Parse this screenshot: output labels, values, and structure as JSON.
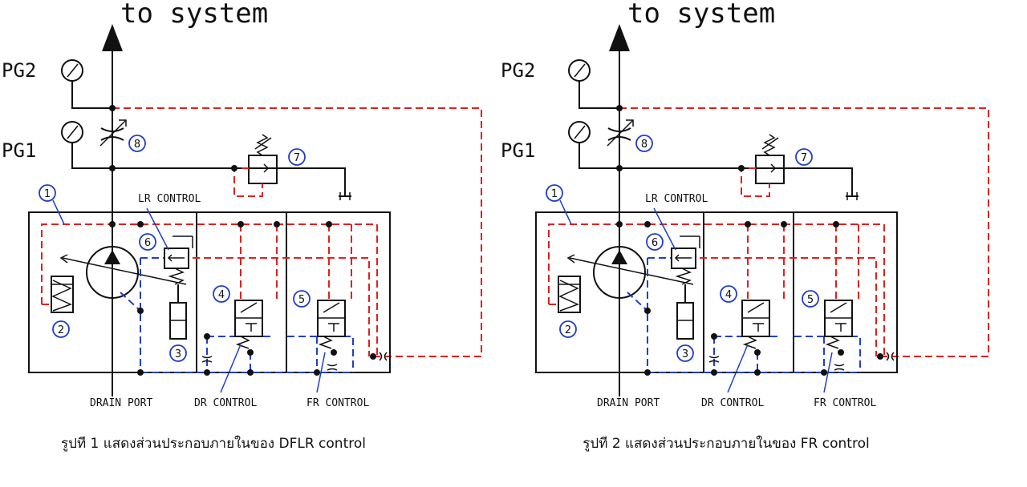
{
  "diagrams": [
    {
      "title": "to system",
      "gauges": [
        "PG2",
        "PG1"
      ],
      "callouts": [
        "1",
        "2",
        "3",
        "4",
        "5",
        "6",
        "7",
        "8"
      ],
      "labels": {
        "lr": "LR CONTROL",
        "drain": "DRAIN PORT",
        "dr": "DR CONTROL",
        "fr": "FR CONTROL"
      },
      "caption": "รูปที 1 แสดงส่วนประกอบภายในของ DFLR control"
    },
    {
      "title": "to system",
      "gauges": [
        "PG2",
        "PG1"
      ],
      "callouts": [
        "1",
        "2",
        "3",
        "4",
        "5",
        "6",
        "7",
        "8"
      ],
      "labels": {
        "lr": "LR CONTROL",
        "drain": "DRAIN PORT",
        "dr": "DR CONTROL",
        "fr": "FR CONTROL"
      },
      "caption": "รูปที 2 แสดงส่วนประกอบภายในของ FR control"
    }
  ],
  "colors": {
    "line": "#111111",
    "pilot": "#e02020",
    "drain": "#1f3fc8"
  }
}
